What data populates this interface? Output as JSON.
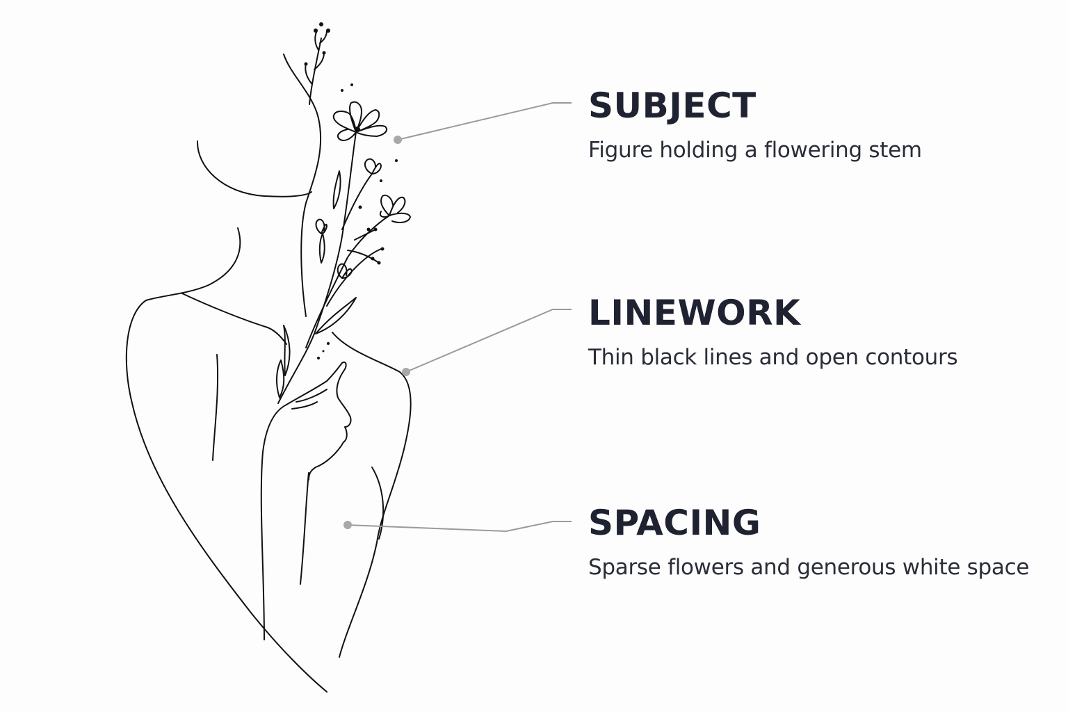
{
  "colors": {
    "background": "#fdfdfd",
    "heading_text": "#1f2230",
    "body_text": "#2a2d38",
    "line_art": "#111111",
    "leader_line": "#9a9a9a",
    "leader_dot": "#a8a8a8"
  },
  "annotations": [
    {
      "heading": "SUBJECT",
      "description": "Figure holding a flowering stem"
    },
    {
      "heading": "LINEWORK",
      "description": "Thin black lines and open contours"
    },
    {
      "heading": "SPACING",
      "description": "Sparse flowers and generous white space"
    }
  ],
  "illustration": {
    "subject": "line-drawing-figure-with-flowers"
  }
}
